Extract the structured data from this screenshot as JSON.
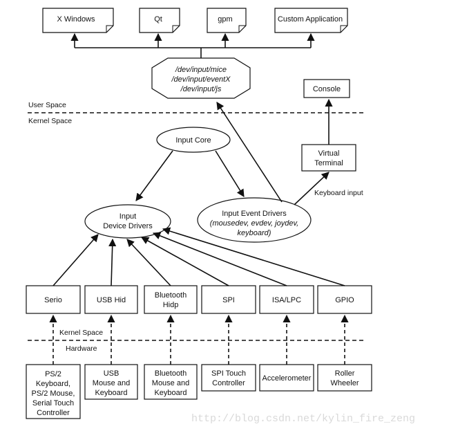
{
  "apps": [
    "X Windows",
    "Qt",
    "gpm",
    "Custom Application"
  ],
  "dev_nodes": [
    "/dev/input/mice",
    "/dev/input/eventX",
    "/dev/input/js"
  ],
  "console": "Console",
  "virtual_terminal": [
    "Virtual",
    "Terminal"
  ],
  "keyboard_input": "Keyboard input",
  "user_space": "User Space",
  "kernel_space": "Kernel Space",
  "input_core": "Input Core",
  "input_device_drivers": [
    "Input",
    "Device Drivers"
  ],
  "input_event_drivers": [
    "Input Event Drivers",
    "(mousedev, evdev, joydev,",
    "keyboard)"
  ],
  "bus_drivers": [
    [
      "Serio"
    ],
    [
      "USB Hid"
    ],
    [
      "Bluetooth",
      "Hidp"
    ],
    [
      "SPI"
    ],
    [
      "ISA/LPC"
    ],
    [
      "GPIO"
    ]
  ],
  "kernel_space_lower": "Kernel Space",
  "hardware": "Hardware",
  "devices": [
    [
      "PS/2",
      "Keyboard,",
      "PS/2 Mouse,",
      "Serial Touch",
      "Controller"
    ],
    [
      "USB",
      "Mouse and",
      "Keyboard"
    ],
    [
      "Bluetooth",
      "Mouse and",
      "Keyboard"
    ],
    [
      "SPI Touch",
      "Controller"
    ],
    [
      "Accelerometer"
    ],
    [
      "Roller",
      "Wheeler"
    ]
  ],
  "watermark": "http://blog.csdn.net/kylin_fire_zeng"
}
